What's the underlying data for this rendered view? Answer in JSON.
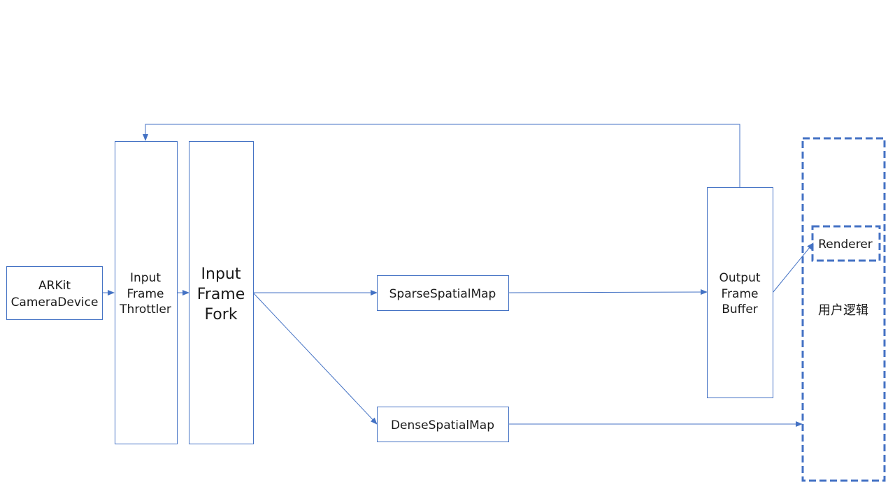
{
  "colors": {
    "stroke": "#4472c4",
    "text": "#1a1a1a",
    "background": "#ffffff"
  },
  "nodes": {
    "arkit": {
      "line1": "ARKit",
      "line2": "CameraDevice"
    },
    "throttler": {
      "line1": "Input",
      "line2": "Frame",
      "line3": "Throttler"
    },
    "fork": {
      "line1": "Input",
      "line2": "Frame",
      "line3": "Fork"
    },
    "sparse": {
      "label": "SparseSpatialMap"
    },
    "dense": {
      "label": "DenseSpatialMap"
    },
    "output": {
      "line1": "Output",
      "line2": "Frame",
      "line3": "Buffer"
    },
    "renderer": {
      "label": "Renderer"
    },
    "user_logic": {
      "label": "用户逻辑"
    }
  }
}
